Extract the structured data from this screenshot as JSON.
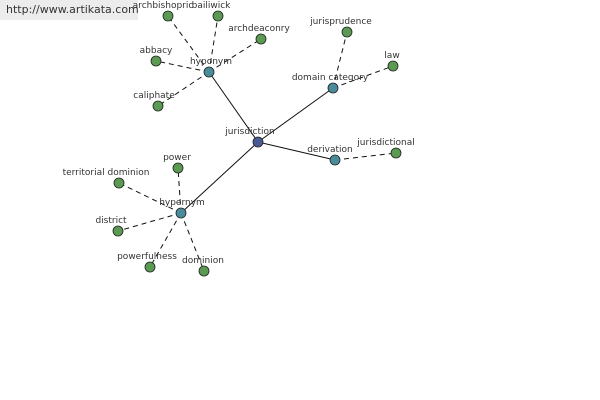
{
  "banner": {
    "url": "http://www.artikata.com"
  },
  "colors": {
    "center": "#4a5a94",
    "hub": "#4a8c9c",
    "leaf": "#5a9a52",
    "edge": "#111111",
    "text": "#333333"
  },
  "graph": {
    "nodes": [
      {
        "id": "jurisdiction",
        "label": "jurisdiction",
        "kind": "center"
      },
      {
        "id": "hyponym",
        "label": "hyponym",
        "kind": "hub"
      },
      {
        "id": "domain_category",
        "label": "domain category",
        "kind": "hub"
      },
      {
        "id": "derivation",
        "label": "derivation",
        "kind": "hub"
      },
      {
        "id": "hypernym",
        "label": "hypernym",
        "kind": "hub"
      },
      {
        "id": "archbishopric",
        "label": "archbishopric",
        "kind": "leaf"
      },
      {
        "id": "bailiwick",
        "label": "bailiwick",
        "kind": "leaf"
      },
      {
        "id": "archdeaconry",
        "label": "archdeaconry",
        "kind": "leaf"
      },
      {
        "id": "abbacy",
        "label": "abbacy",
        "kind": "leaf"
      },
      {
        "id": "caliphate",
        "label": "caliphate",
        "kind": "leaf"
      },
      {
        "id": "jurisprudence",
        "label": "jurisprudence",
        "kind": "leaf"
      },
      {
        "id": "law",
        "label": "law",
        "kind": "leaf"
      },
      {
        "id": "jurisdictional",
        "label": "jurisdictional",
        "kind": "leaf"
      },
      {
        "id": "power",
        "label": "power",
        "kind": "leaf"
      },
      {
        "id": "territorial_dominion",
        "label": "territorial dominion",
        "kind": "leaf"
      },
      {
        "id": "district",
        "label": "district",
        "kind": "leaf"
      },
      {
        "id": "powerfulness",
        "label": "powerfulness",
        "kind": "leaf"
      },
      {
        "id": "dominion",
        "label": "dominion",
        "kind": "leaf"
      }
    ],
    "edges": [
      {
        "from": "jurisdiction",
        "to": "hyponym",
        "style": "solid"
      },
      {
        "from": "jurisdiction",
        "to": "domain_category",
        "style": "solid"
      },
      {
        "from": "jurisdiction",
        "to": "derivation",
        "style": "solid"
      },
      {
        "from": "jurisdiction",
        "to": "hypernym",
        "style": "solid"
      },
      {
        "from": "hyponym",
        "to": "archbishopric",
        "style": "dashed"
      },
      {
        "from": "hyponym",
        "to": "bailiwick",
        "style": "dashed"
      },
      {
        "from": "hyponym",
        "to": "archdeaconry",
        "style": "dashed"
      },
      {
        "from": "hyponym",
        "to": "abbacy",
        "style": "dashed"
      },
      {
        "from": "hyponym",
        "to": "caliphate",
        "style": "dashed"
      },
      {
        "from": "domain_category",
        "to": "jurisprudence",
        "style": "dashed"
      },
      {
        "from": "domain_category",
        "to": "law",
        "style": "dashed"
      },
      {
        "from": "derivation",
        "to": "jurisdictional",
        "style": "dashed"
      },
      {
        "from": "hypernym",
        "to": "power",
        "style": "dashed"
      },
      {
        "from": "hypernym",
        "to": "territorial_dominion",
        "style": "dashed"
      },
      {
        "from": "hypernym",
        "to": "district",
        "style": "dashed"
      },
      {
        "from": "hypernym",
        "to": "powerfulness",
        "style": "dashed"
      },
      {
        "from": "hypernym",
        "to": "dominion",
        "style": "dashed"
      }
    ]
  }
}
